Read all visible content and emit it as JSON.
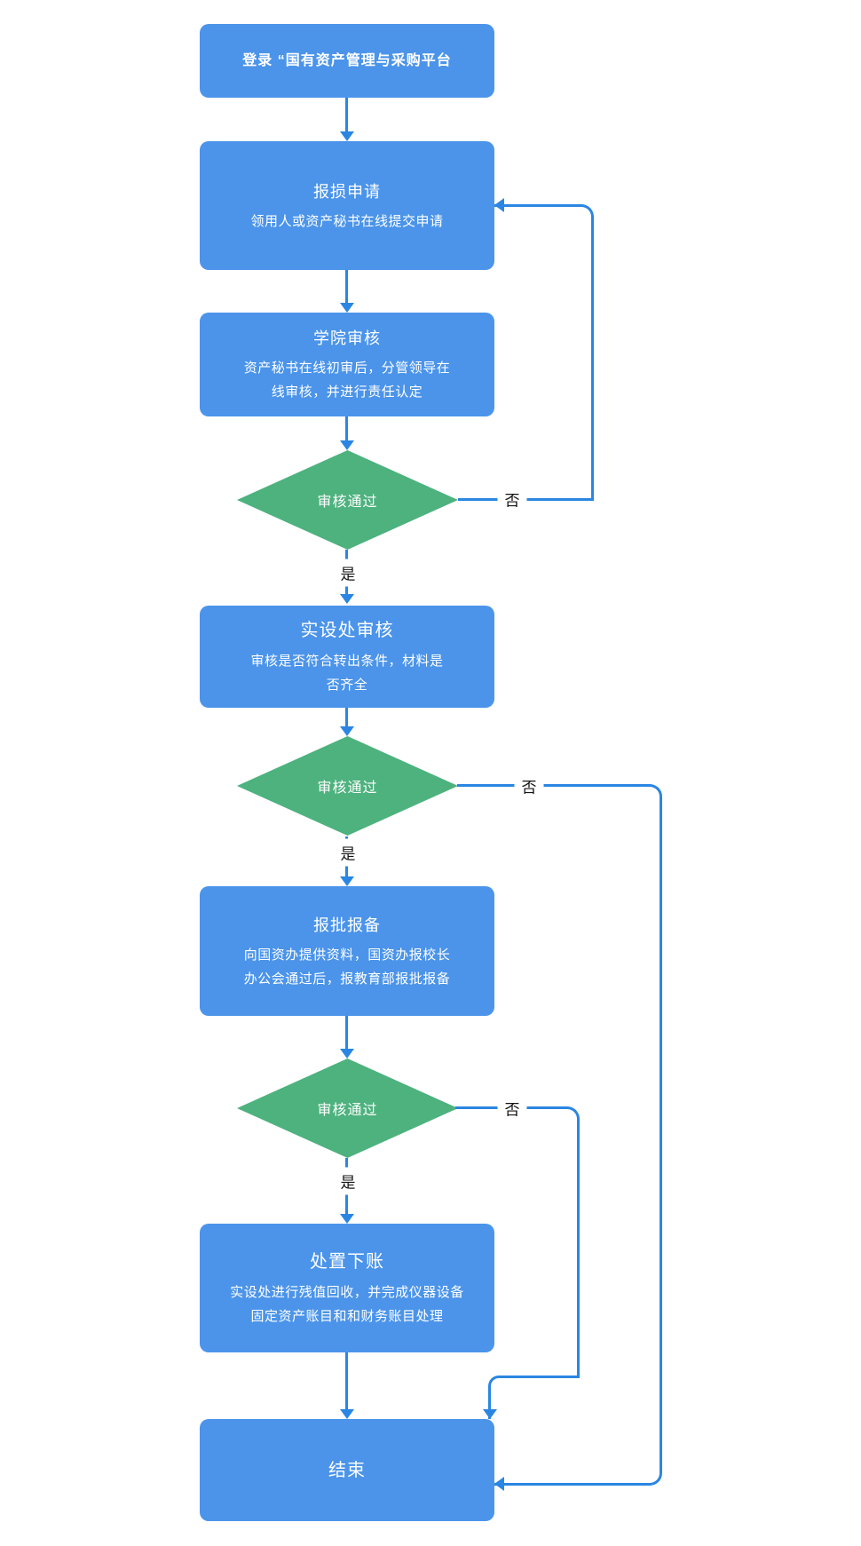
{
  "diagram": {
    "nodes": {
      "login": {
        "title": "登录 “国有资产管理与采购平台"
      },
      "apply": {
        "title": "报损申请",
        "line1": "领用人或资产秘书在线提交申请"
      },
      "college_review": {
        "title": "学院审核",
        "line1": "资产秘书在线初审后，分管领导在",
        "line2": "线审核，并进行责任认定"
      },
      "decision1": {
        "label": "审核通过"
      },
      "office_review": {
        "title": "实设处审核",
        "line1": "审核是否符合转出条件，材料是",
        "line2": "否齐全"
      },
      "decision2": {
        "label": "审核通过"
      },
      "approval": {
        "title": "报批报备",
        "line1": "向国资办提供资料，国资办报校长",
        "line2": "办公会通过后，报教育部报批报备"
      },
      "decision3": {
        "label": "审核通过"
      },
      "writeoff": {
        "title": "处置下账",
        "line1": "实设处进行残值回收，并完成仪器设备",
        "line2": "固定资产账目和和财务账目处理"
      },
      "end": {
        "title": "结束"
      }
    },
    "edge_labels": {
      "yes": "是",
      "no": "否"
    },
    "colors": {
      "process_fill": "#4b94ea",
      "decision_fill": "#4db27e",
      "connector": "#2a86e2",
      "node_text": "#ffffff",
      "label_text": "#141414",
      "background": "#ffffff"
    }
  }
}
